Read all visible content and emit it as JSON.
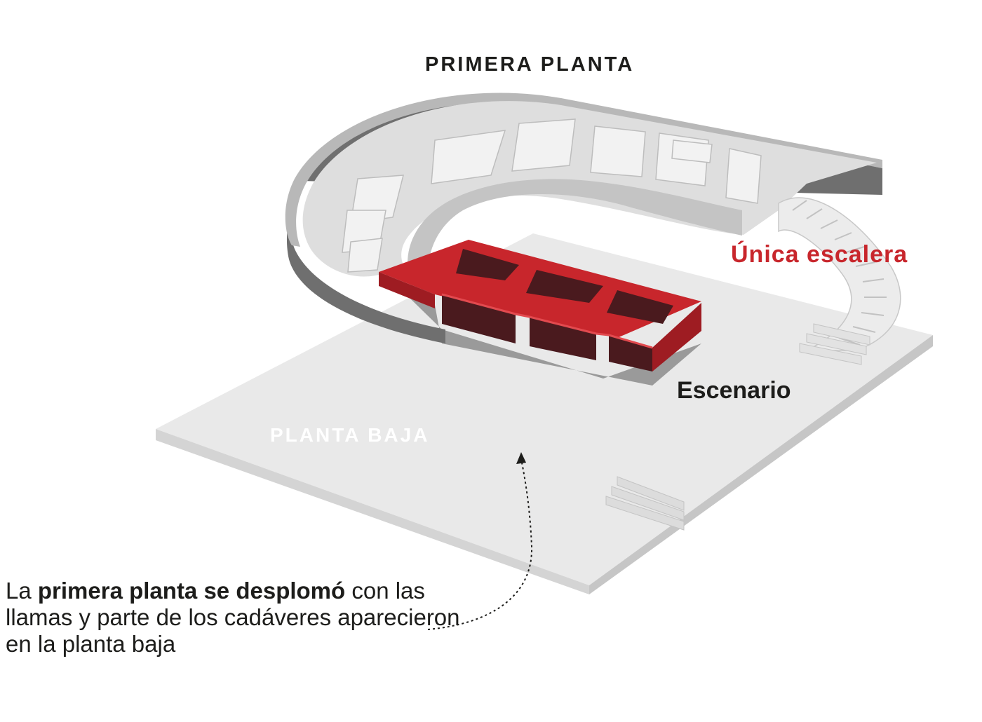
{
  "labels": {
    "first_floor": "PRIMERA PLANTA",
    "only_staircase": "Única escalera",
    "stage": "Escenario",
    "ground_floor": "PLANTA BAJA"
  },
  "caption": {
    "part1": "La ",
    "bold": "primera planta se desplomó",
    "part2": " con las llamas y parte de los cadáveres aparecieron en la planta baja"
  },
  "colors": {
    "highlight_red": "#c8262c",
    "dark_red": "#4a1a1e",
    "text_dark": "#1d1d1b",
    "floor_light": "#e9e9e9",
    "structure_mid": "#8a8a8a",
    "structure_dark": "#6e6e6e"
  }
}
